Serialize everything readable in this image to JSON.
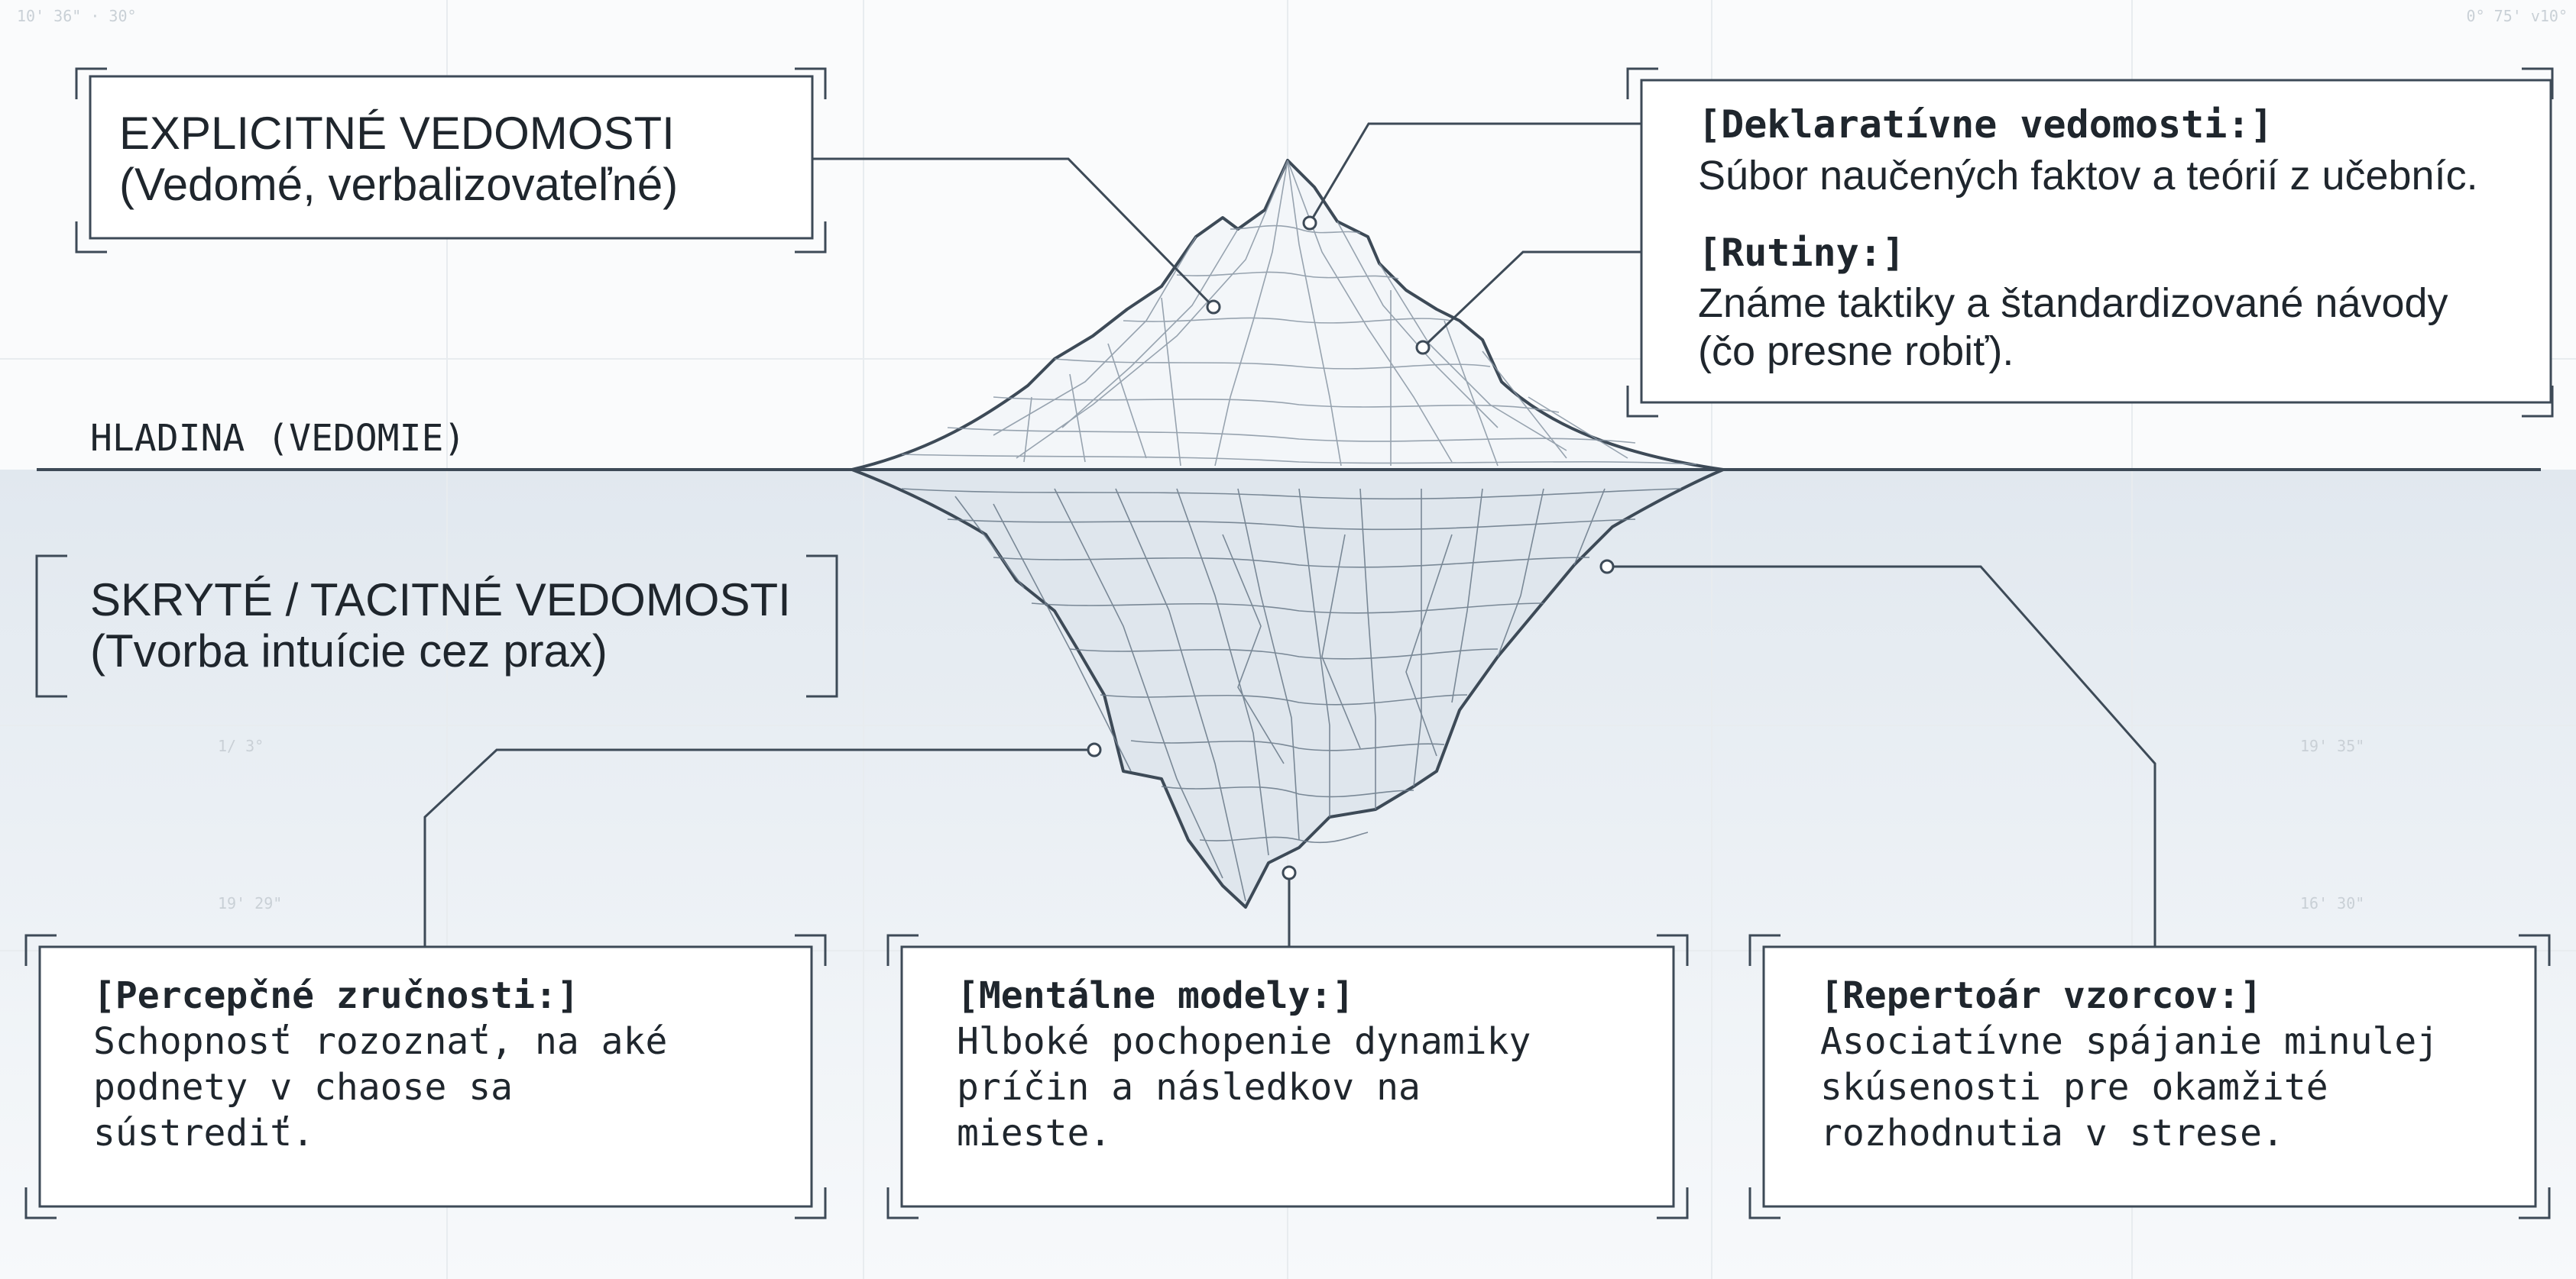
{
  "surface_label": "HLADINA (VEDOMIE)",
  "explicit": {
    "title": "EXPLICITNÉ VEDOMOSTI",
    "subtitle": "(Vedomé, verbalizovateľné)"
  },
  "tacit": {
    "title": "SKRYTÉ / TACITNÉ VEDOMOSTI",
    "subtitle": "(Tvorba intuície cez prax)"
  },
  "declarative": {
    "heading": "[Deklaratívne vedomosti:]",
    "lines": [
      "Súbor naučených faktov a teórií z učebníc."
    ]
  },
  "routines": {
    "heading": "[Rutiny:]",
    "lines": [
      "Známe taktiky a štandardizované návody",
      "(čo presne robiť)."
    ]
  },
  "perceptual": {
    "heading": "[Percepčné zručnosti:]",
    "lines": [
      "Schopnosť rozoznať, na aké",
      "podnety v chaose sa",
      "sústrediť."
    ]
  },
  "mental": {
    "heading": "[Mentálne modely:]",
    "lines": [
      "Hlboké pochopenie dynamiky",
      "príčin a následkov na",
      "mieste."
    ]
  },
  "patterns": {
    "heading": "[Repertoár vzorcov:]",
    "lines": [
      "Asociatívne spájanie minulej",
      "skúsenosti pre okamžité",
      "rozhodnutia v strese."
    ]
  },
  "background_coords": [
    "10' 36\" · 30°",
    "0° 75' v10°",
    "1/ 3°",
    "19' 29\"",
    "19' 35\"",
    "16' 30\""
  ],
  "colors": {
    "ink": "#1f262d",
    "line": "#4a5866",
    "water": "#e3eaf1"
  }
}
